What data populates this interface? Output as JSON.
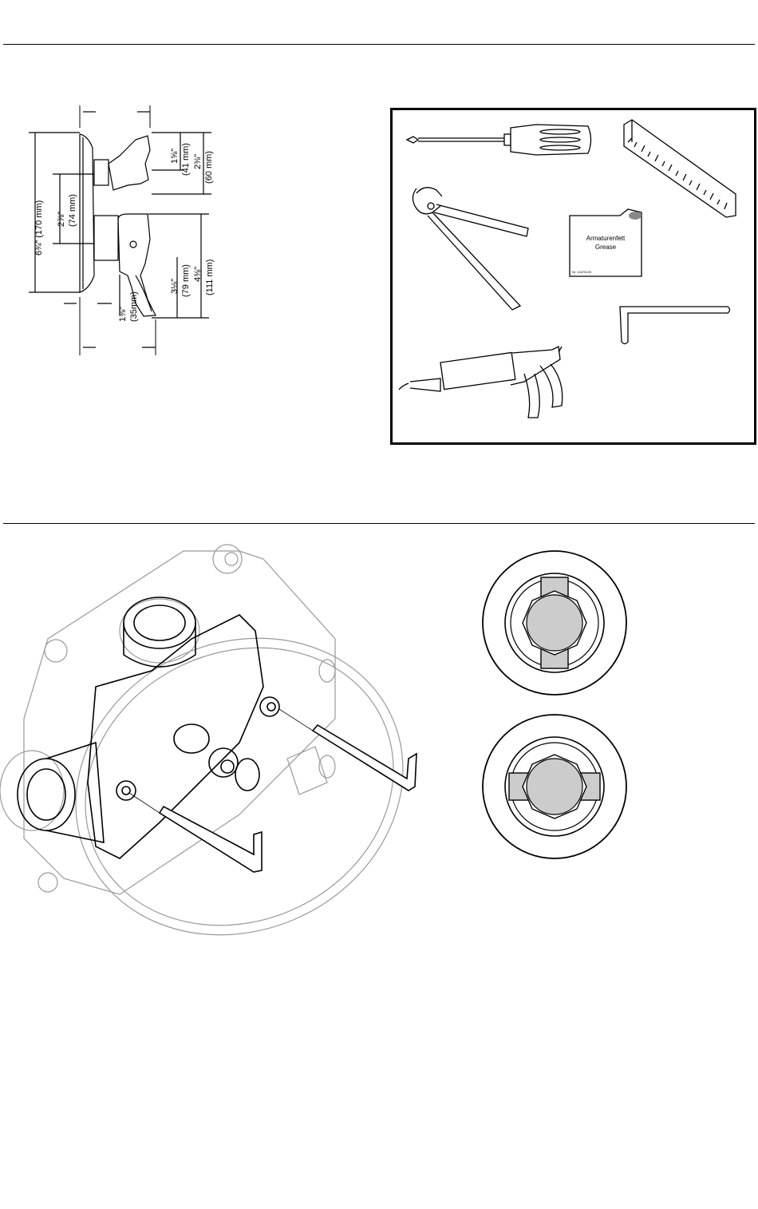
{
  "dimensions": {
    "overall_height": "6¾\" (170 mm)",
    "upper_offset": "2⅞\"",
    "upper_offset_mm": "(74 mm)",
    "handle_top_a": "1⅝\"",
    "handle_top_a_mm": "(41 mm)",
    "handle_top_b": "2⅜\"",
    "handle_top_b_mm": "(60 mm)",
    "lower_a": "3⅛\"",
    "lower_a_mm": "(79 mm)",
    "lower_b": "4⅜\"",
    "lower_b_mm": "(111 mm)",
    "depth_small": "1⅜\"",
    "depth_small_mm": "(35mm)"
  },
  "tools": {
    "items": [
      "screwdriver",
      "ruler",
      "pliers",
      "grease",
      "hex-key",
      "caulking-gun"
    ],
    "grease_label_1": "Armaturenfett",
    "grease_label_2": "Grease",
    "grease_part_no": "Nr. 10475220"
  },
  "diagram": {
    "subject": "valve body with hex keys",
    "positions": [
      "stop open",
      "stop closed"
    ]
  }
}
